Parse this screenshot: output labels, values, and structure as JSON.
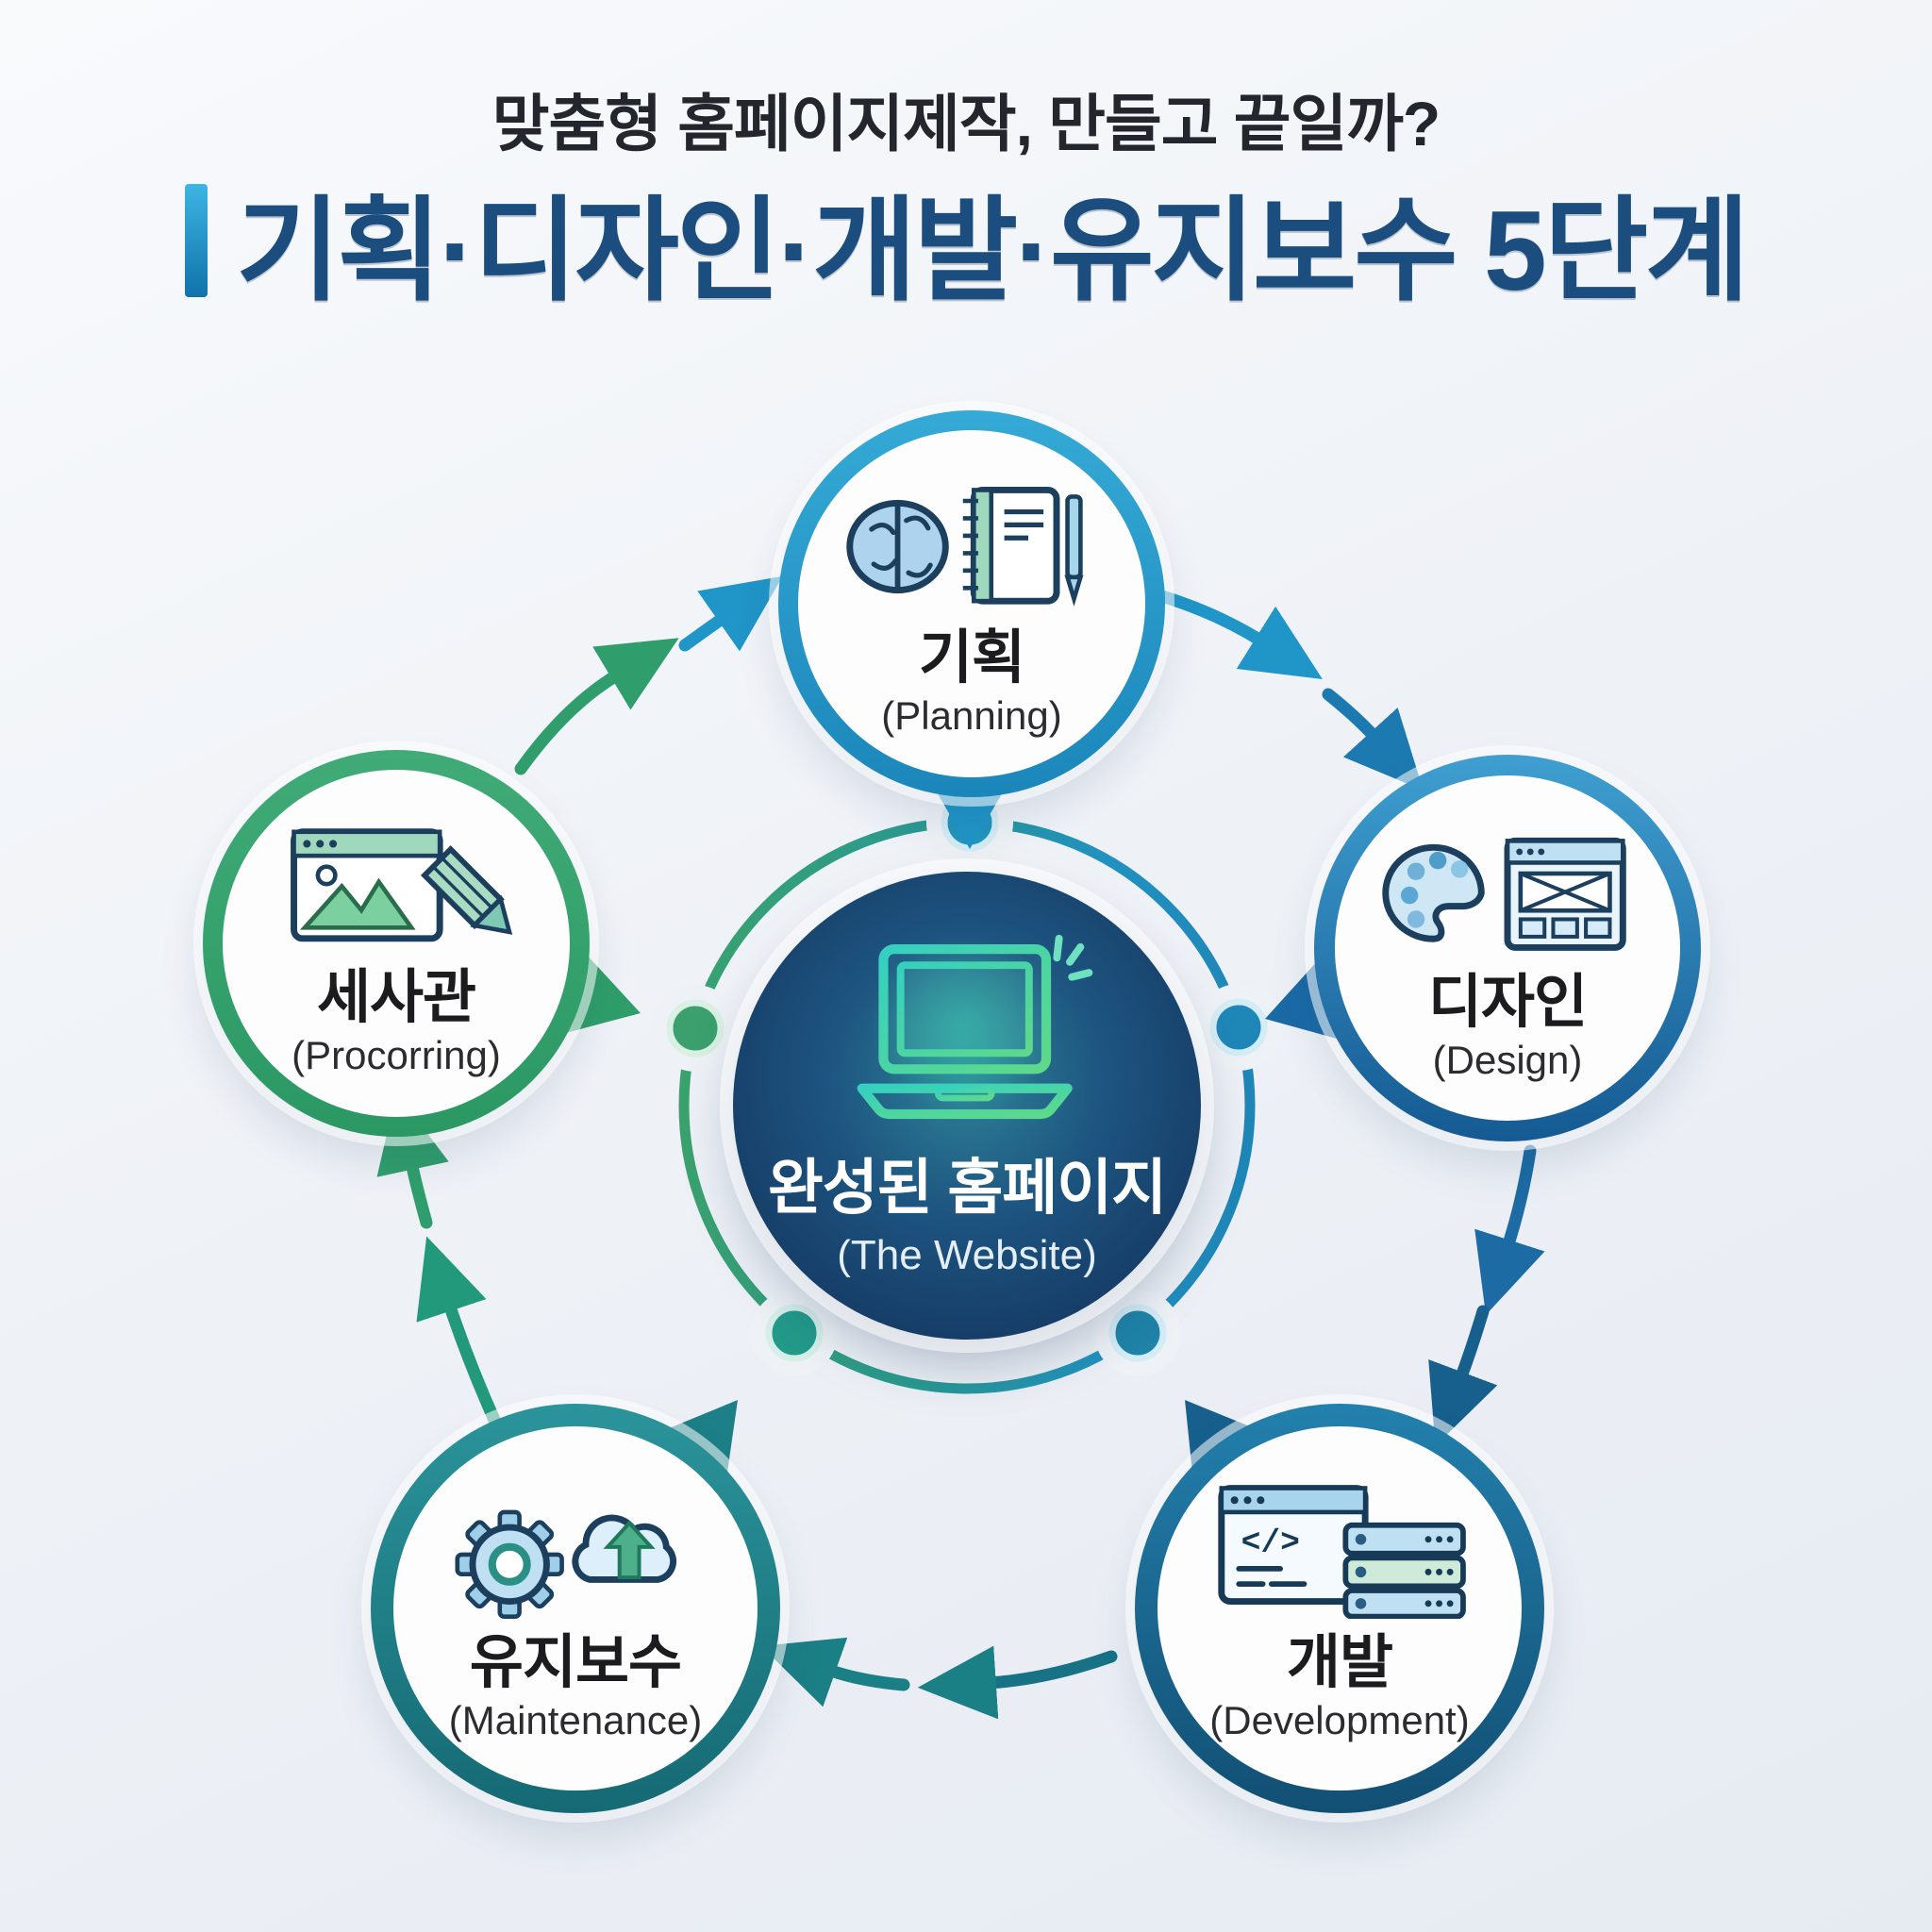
{
  "header": {
    "subtitle": "맞춤형 홈페이지제작, 만들고 끝일까?",
    "title": "기획·디자인·개발·유지보수 5단계"
  },
  "center": {
    "label_ko": "완성된 홈페이지",
    "label_en": "(The Website)",
    "icon": "laptop-glow-icon"
  },
  "stages": {
    "planning": {
      "label_ko": "기획",
      "label_en": "(Planning)",
      "icons": [
        "brain-icon",
        "notebook-pen-icon"
      ],
      "accent": "#2095c8"
    },
    "design": {
      "label_ko": "디자인",
      "label_en": "(Design)",
      "icons": [
        "palette-icon",
        "browser-wireframe-icon"
      ],
      "accent": "#1a6aa6"
    },
    "development": {
      "label_ko": "개발",
      "label_en": "(Development)",
      "icons": [
        "code-window-icon",
        "server-stack-icon"
      ],
      "accent": "#17608e"
    },
    "maintenance": {
      "label_ko": "유지보수",
      "label_en": "(Maintenance)",
      "icons": [
        "gear-icon",
        "cloud-upload-icon"
      ],
      "accent": "#1d7f87"
    },
    "production": {
      "label_ko": "세사관",
      "label_en": "(Procorring)",
      "icons": [
        "image-editor-icon",
        "pencil-icon"
      ],
      "accent": "#2f9e6a"
    }
  },
  "flow": [
    {
      "from": "production",
      "to": "planning"
    },
    {
      "from": "planning",
      "to": "design"
    },
    {
      "from": "design",
      "to": "development"
    },
    {
      "from": "development",
      "to": "maintenance"
    },
    {
      "from": "maintenance",
      "to": "production"
    }
  ],
  "colors": {
    "background": "#eef1f6",
    "title": "#1b4d7e",
    "subtitle": "#24262e",
    "accent_bar_top": "#3cb6e3",
    "accent_bar_bottom": "#1172ab",
    "ring_green": "#3aa26e",
    "ring_blue": "#1f86b8",
    "center_fill": "#163e68",
    "laptop_teal": "#35d0b0",
    "laptop_green": "#5fd98a"
  }
}
